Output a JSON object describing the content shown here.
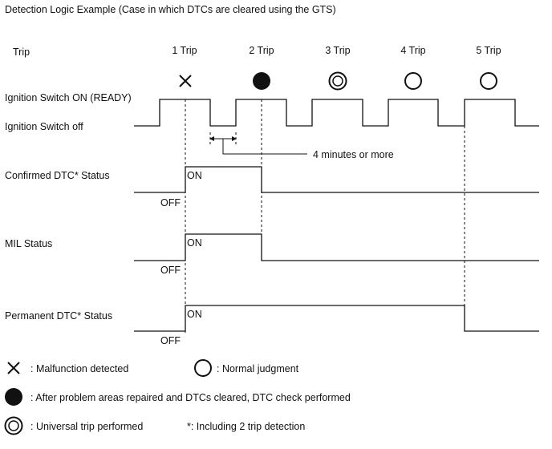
{
  "title": "Detection Logic Example (Case in which DTCs are cleared using the GTS)",
  "trip_header": "Trip",
  "trips": [
    "1 Trip",
    "2 Trip",
    "3 Trip",
    "4 Trip",
    "5 Trip"
  ],
  "trip_markers": [
    "cross",
    "filled-circle",
    "double-circle",
    "circle",
    "circle"
  ],
  "rows": {
    "ignition_on": "Ignition Switch ON (READY)",
    "ignition_off": "Ignition Switch off",
    "confirmed_dtc": "Confirmed DTC* Status",
    "mil": "MIL Status",
    "permanent_dtc": "Permanent DTC* Status"
  },
  "state_on": "ON",
  "state_off": "OFF",
  "interval_note": "4 minutes or more",
  "legend": {
    "malfunction": ": Malfunction detected",
    "normal": ": Normal judgment",
    "repaired": ": After problem areas repaired and DTCs cleared, DTC check performed",
    "universal": ": Universal trip performed",
    "footnote": "*: Including 2 trip detection"
  },
  "colors": {
    "line": "#111111",
    "background": "#ffffff"
  }
}
